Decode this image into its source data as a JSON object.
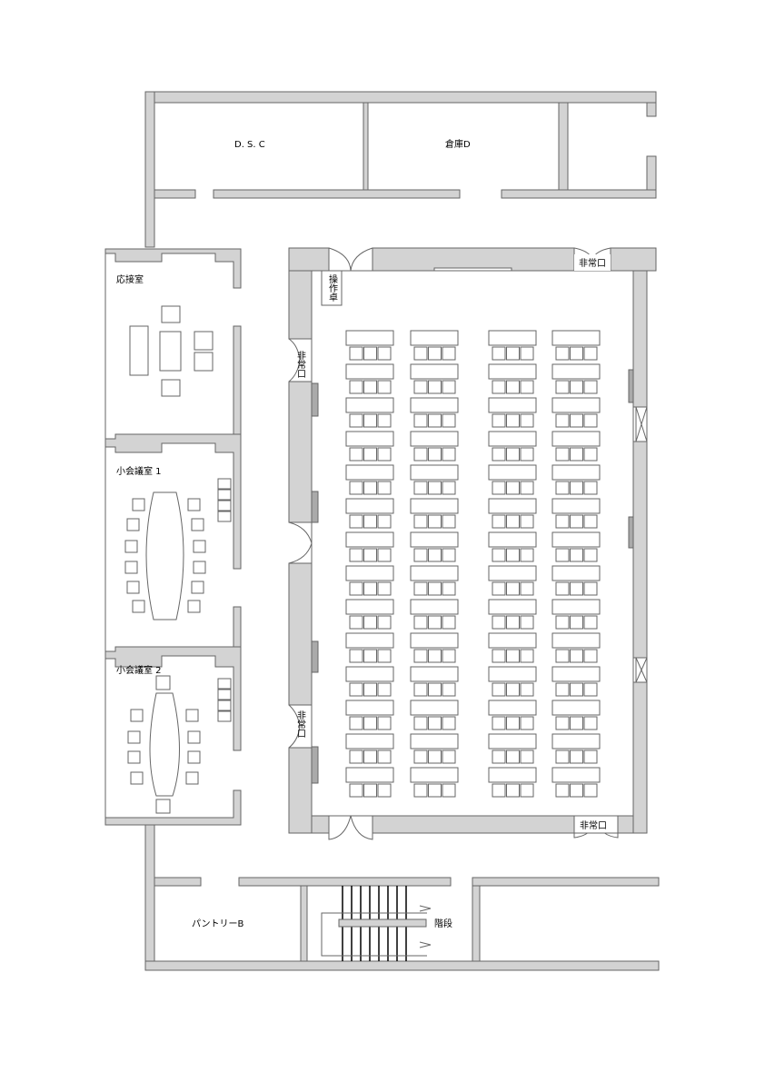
{
  "title": "フロア平面図",
  "rooms": {
    "dsc": "D. S. C",
    "storage_d": "倉庫D",
    "reception": "応接室",
    "meeting1": "小会議室 1",
    "meeting2": "小会議室 2",
    "pantry_b": "パントリーB",
    "stairs": "階段",
    "console": "操作卓",
    "emergency_exit": "非常口"
  },
  "hall": {
    "desk_columns": 4,
    "desk_rows": 14,
    "chairs_per_desk": 3
  },
  "colors": {
    "wall": "#d3d3d3",
    "line": "#666666",
    "panel": "#aaaaaa"
  }
}
